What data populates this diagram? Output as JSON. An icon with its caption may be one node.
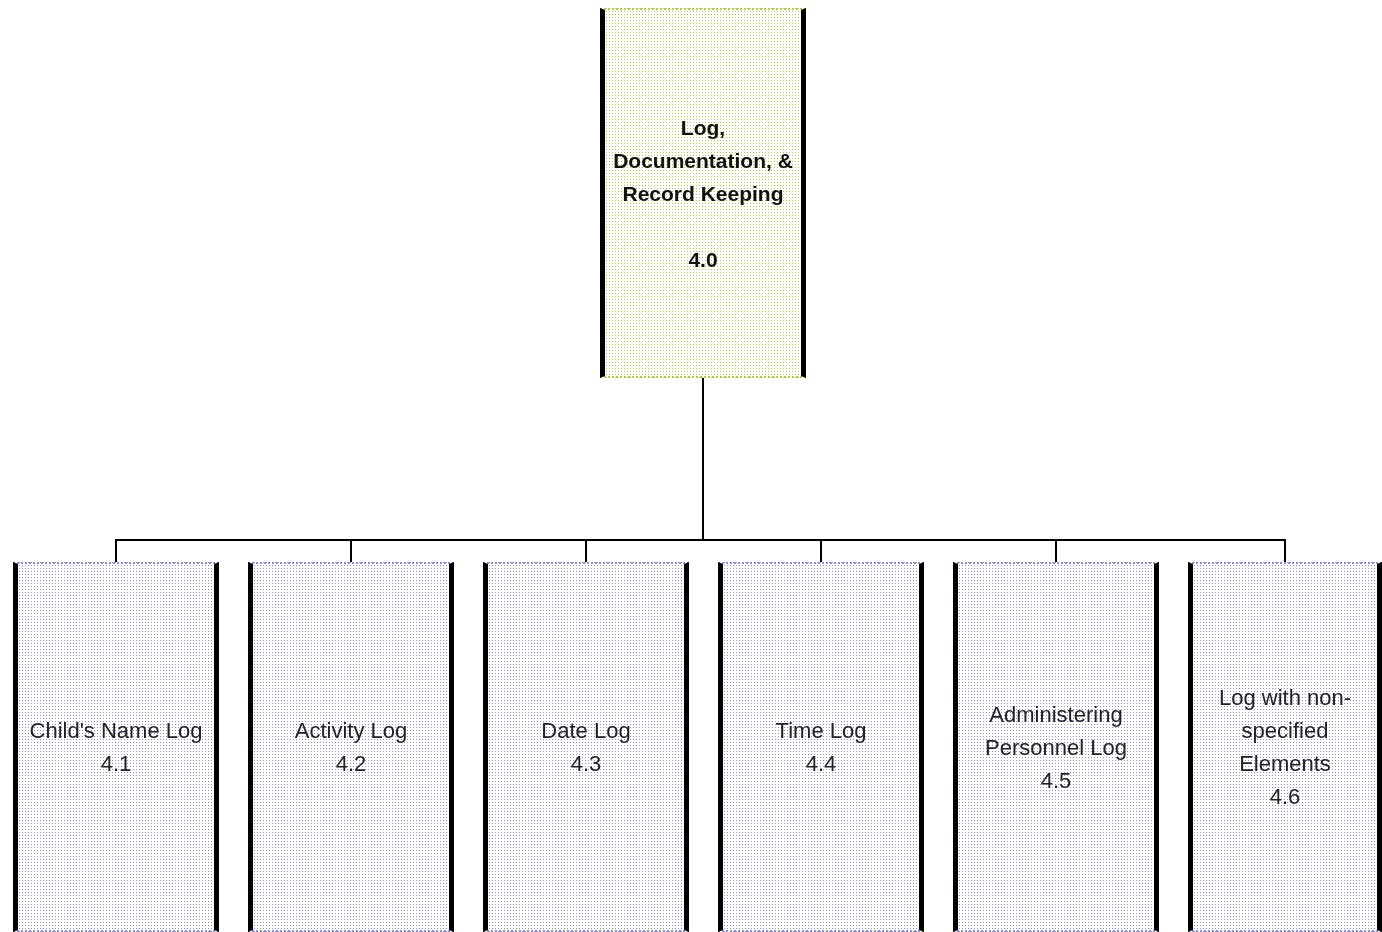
{
  "diagram": {
    "nodes": [
      {
        "text": [
          "Log, Documentation, & Record Keeping",
          "4.0"
        ]
      },
      {
        "text": [
          "Child's Name Log",
          "4.1"
        ]
      },
      {
        "text": [
          "Activity Log",
          "4.2"
        ]
      },
      {
        "text": [
          "Date Log",
          "4.3"
        ]
      },
      {
        "text": [
          "Time Log",
          "4.4"
        ]
      },
      {
        "text": [
          "Administering Personnel Log",
          "4.5"
        ]
      },
      {
        "text": [
          "Log with non-specified Elements",
          "4.6"
        ]
      }
    ],
    "edges": [
      {
        "from": 0,
        "to": 1,
        "arrow": "none"
      },
      {
        "from": 0,
        "to": 2,
        "arrow": "none"
      },
      {
        "from": 0,
        "to": 3,
        "arrow": "none"
      },
      {
        "from": 0,
        "to": 4,
        "arrow": "none"
      },
      {
        "from": 0,
        "to": 5,
        "arrow": "none"
      },
      {
        "from": 0,
        "to": 6,
        "arrow": "none"
      }
    ]
  }
}
